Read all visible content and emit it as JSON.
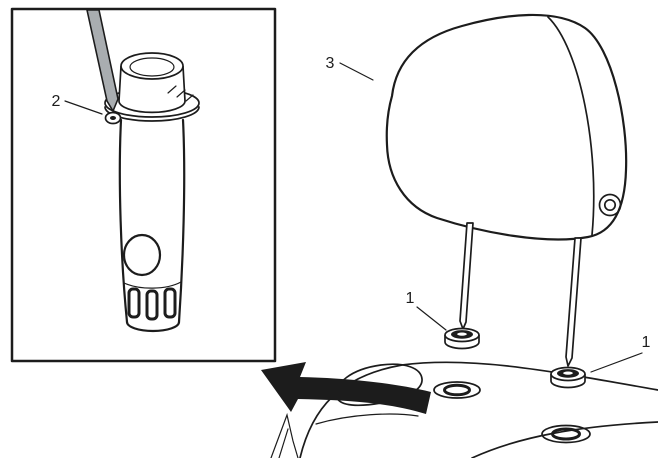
{
  "figure": {
    "labels": {
      "guide_clip": "2",
      "headrest": "3",
      "grommet_left": "1",
      "grommet_right": "1"
    },
    "colors": {
      "ink": "#1c1c1c",
      "tool": "#a9adb0",
      "paper": "#ffffff"
    }
  }
}
